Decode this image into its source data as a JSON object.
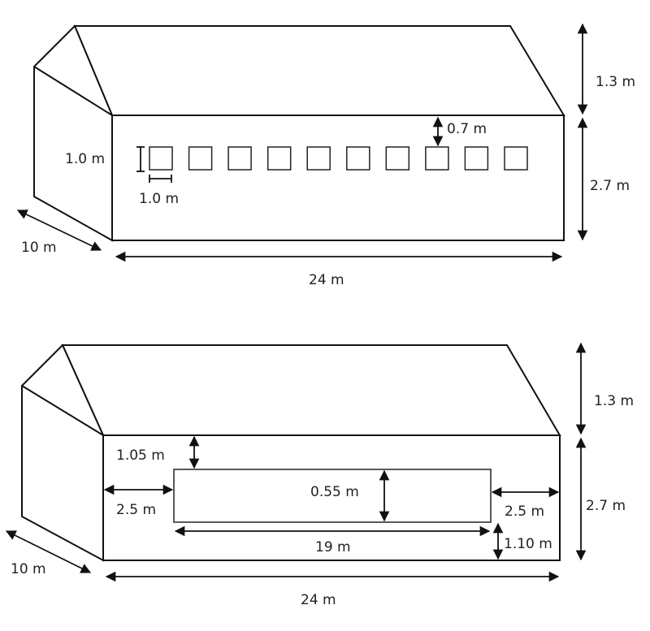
{
  "top_building": {
    "window_height": "1.0 m",
    "window_width": "1.0 m",
    "window_top_gap": "0.7 m",
    "roof_height": "1.3 m",
    "wall_height": "2.7 m",
    "depth": "10 m",
    "length": "24 m",
    "window_count": 10
  },
  "bottom_building": {
    "strip_top_gap": "1.05 m",
    "strip_height": "0.55 m",
    "left_margin": "2.5 m",
    "right_margin": "2.5 m",
    "strip_length": "19 m",
    "strip_bottom_gap": "1.10 m",
    "roof_height": "1.3 m",
    "wall_height": "2.7 m",
    "depth": "10 m",
    "length": "24 m"
  }
}
